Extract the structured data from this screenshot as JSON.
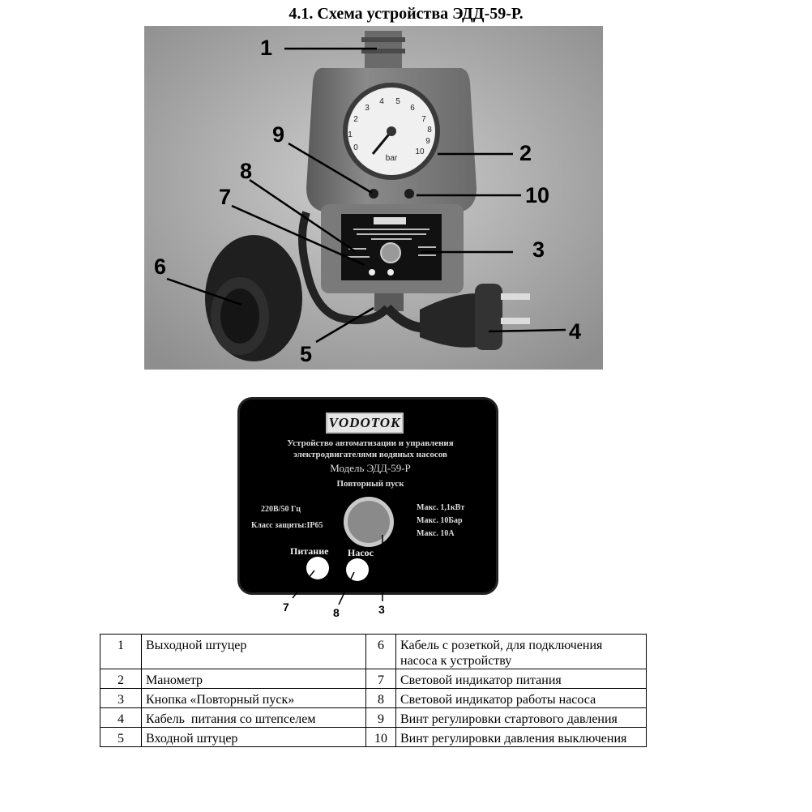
{
  "title": "4.1. Схема устройства ЭДД-59-Р.",
  "photo": {
    "callouts": [
      "1",
      "2",
      "3",
      "4",
      "5",
      "6",
      "7",
      "8",
      "9",
      "10"
    ],
    "gauge_scale": [
      "0",
      "1",
      "2",
      "3",
      "4",
      "5",
      "6",
      "7",
      "8",
      "9",
      "10"
    ],
    "gauge_unit": "bar"
  },
  "panel": {
    "logo": "VODOTOK",
    "description_line1": "Устройство автоматизации и управления",
    "description_line2": "электродвигателями водяных насосов",
    "model": "Модель ЭДД-59-Р",
    "restart_label": "Повторный пуск",
    "voltage": "220В/50 Гц",
    "protection_class": "Класс защиты:IP65",
    "max_power": "Макс. 1,1кВт",
    "max_pressure": "Макс. 10Бар",
    "max_current": "Макс. 10А",
    "power_label": "Питание",
    "pump_label": "Насос",
    "callout_power": "7",
    "callout_pump": "8",
    "callout_button": "3"
  },
  "legend": {
    "rows": [
      {
        "n1": "1",
        "t1": "Выходной штуцер",
        "n2": "6",
        "t2": "Кабель с розеткой, для подключения насоса к устройству"
      },
      {
        "n1": "2",
        "t1": "Манометр",
        "n2": "7",
        "t2": "Световой индикатор питания"
      },
      {
        "n1": "3",
        "t1": "Кнопка «Повторный пуск»",
        "n2": "8",
        "t2": "Световой индикатор работы насоса"
      },
      {
        "n1": "4",
        "t1": "Кабель  питания со штепселем",
        "n2": "9",
        "t2": "Винт регулировки стартового давления"
      },
      {
        "n1": "5",
        "t1": "Входной штуцер",
        "n2": "10",
        "t2": "Винт регулировки давления выключения"
      }
    ]
  }
}
